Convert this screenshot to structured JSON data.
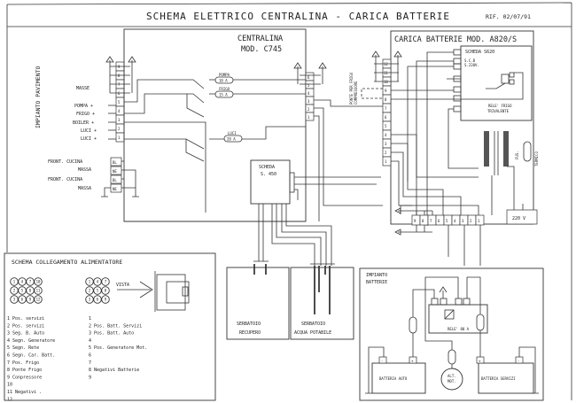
{
  "title": "SCHEMA ELETTRICO CENTRALINA - CARICA BATTERIE",
  "reference": "RIF. 02/07/91",
  "centralina": {
    "title_line1": "CENTRALINA",
    "title_line2": "MOD. C745",
    "left_terminals": [
      "9",
      "8",
      "7",
      "6",
      "5",
      "4",
      "3",
      "2",
      "1"
    ],
    "right_terminals": [
      "6",
      "5",
      "4",
      "3",
      "2",
      "1"
    ],
    "fuses": [
      {
        "name": "POMPA",
        "rating": "10 A"
      },
      {
        "name": "FRIGO",
        "rating": "15 A"
      },
      {
        "name": "LUCI",
        "rating": "20 A"
      }
    ]
  },
  "impianto_pavimento": {
    "label": "IMPIANTO PAVIMENTO",
    "masse_label": "MASSE",
    "inputs": [
      "POMPA +",
      "FRIGO +",
      "BOILER +",
      "LUCI +",
      "LUCI +"
    ],
    "connectors": [
      {
        "label": "FRONT. CUCINA",
        "pin": "BL"
      },
      {
        "label": "MASSA",
        "pin": "NE"
      },
      {
        "label": "FRONT. CUCINA",
        "pin": "BL"
      },
      {
        "label": "MASSA",
        "pin": "NE"
      }
    ]
  },
  "scheda_s450": {
    "line1": "SCHEDA",
    "line2": "S. 450"
  },
  "serbatoi": {
    "recupero": [
      "SERBATOIO",
      "RECUPERO"
    ],
    "potabile": [
      "SERBATOIO",
      "ACQUA POTABILE"
    ]
  },
  "ponte_label": [
    "PONTE PER FRIGO",
    "COMPRESSORE"
  ],
  "carica_batterie": {
    "title": "CARICA BATTERIE MOD. A820/S",
    "scheda": "SCHEDA S620",
    "scheda_notes": [
      "S.C.B",
      "S.220V."
    ],
    "rele_frigo": [
      "RELE' FRIGO",
      "TRIVALENTE"
    ],
    "side_terminals": [
      "12",
      "11",
      "10",
      "9",
      "8",
      "7",
      "6",
      "5",
      "4",
      "3",
      "2",
      "1"
    ],
    "bottom_terminals": [
      "9",
      "8",
      "7",
      "6",
      "5",
      "4",
      "3",
      "2",
      "1"
    ],
    "fuse_label": "FUS.",
    "termico_label": "TERMICO",
    "supply": "220 V"
  },
  "alimentatore": {
    "title": "SCHEMA COLLEGAMENTO ALIMENTATORE",
    "connector12": [
      "1",
      "4",
      "7",
      "10",
      "2",
      "5",
      "8",
      "11",
      "3",
      "6",
      "9",
      "12"
    ],
    "connector9": [
      "1",
      "4",
      "7",
      "2",
      "5",
      "8",
      "3",
      "6",
      "9"
    ],
    "vista": "VISTA",
    "pins12": [
      "1 Pos. servizi",
      "2 Pos. servizi",
      "3 Seg. B. Auto",
      "4 Segn. Generatore",
      "5 Segn. Rete",
      "6 Segn. Car. Batt.",
      "7 Pos. Frigo",
      "8 Ponte Frigo",
      "9 Conpressore",
      "10",
      "11 Negativi .",
      "12"
    ],
    "pins9": [
      "1",
      "2 Pos. Batt. Servizi",
      "3 Pos. Batt. Auto",
      "4",
      "5 Pos. Generatore Mot.",
      "6",
      "7",
      "8 Negativi Batterie",
      "9"
    ]
  },
  "impianto_batterie": {
    "title_line1": "IMPIANTO",
    "title_line2": "BATTERIE",
    "rele": "RELE' 80 A",
    "batteria_auto": "BATTERIA AUTO",
    "batteria_servizi": "BATTERIA SERVIZI",
    "alternatore": [
      "ALT.",
      "MOT."
    ],
    "plus": "+",
    "minus": "-"
  }
}
